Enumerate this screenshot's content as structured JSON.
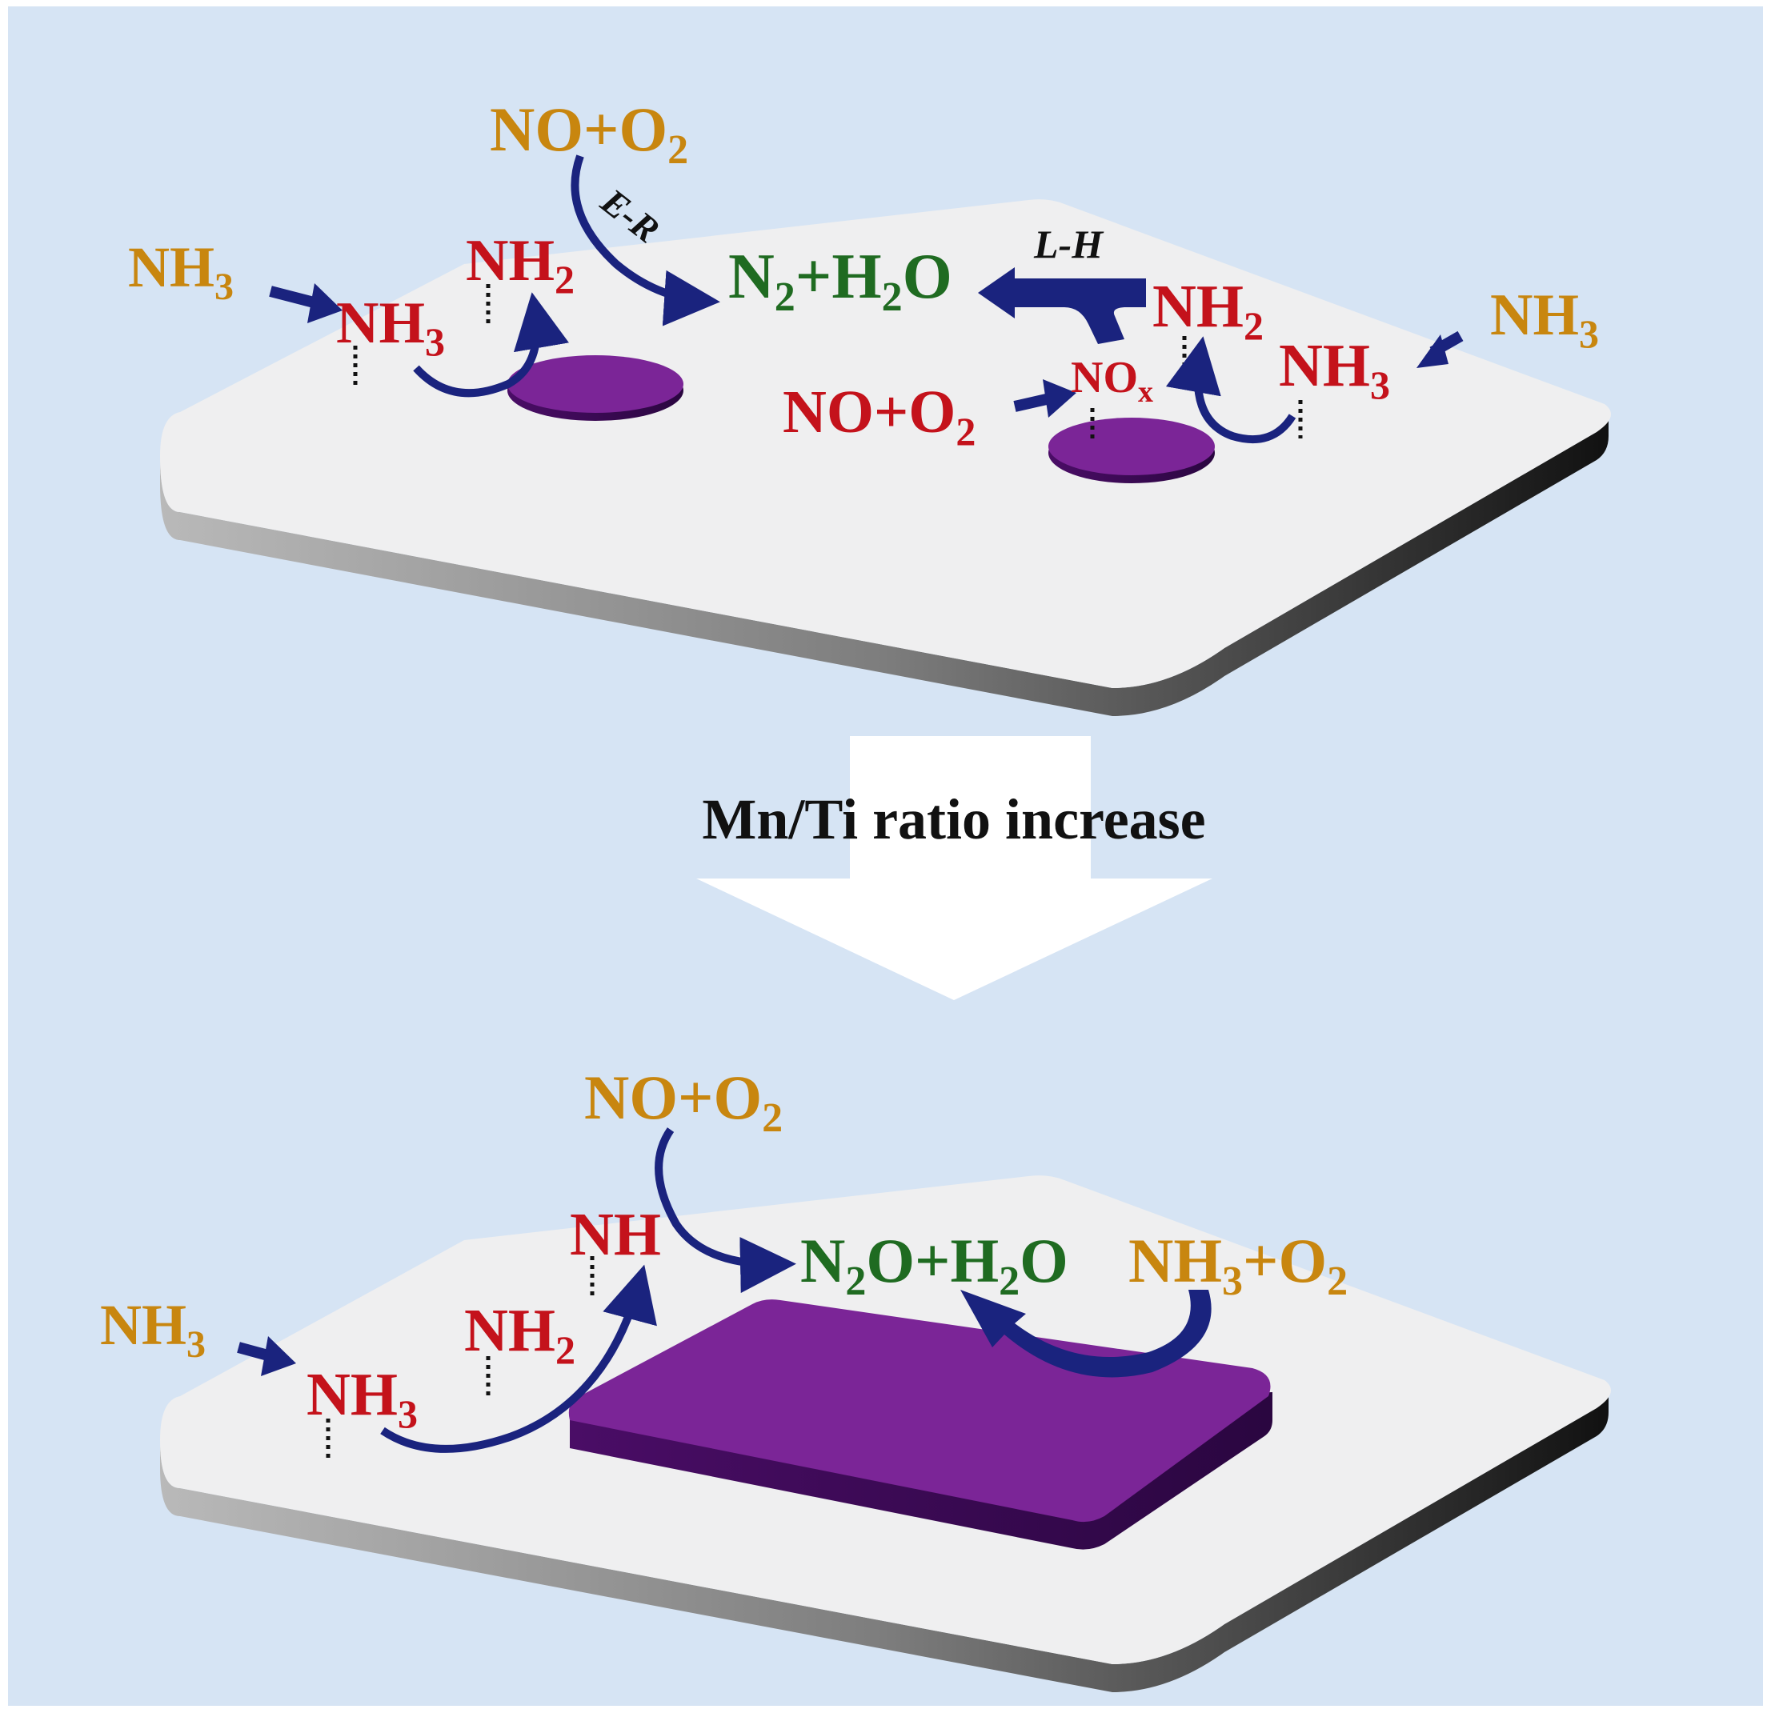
{
  "colors": {
    "background": "#d6e4f4",
    "platform": "#efeff0",
    "site": "#7b2597",
    "arrow": "#1a237e",
    "reactant": "#c8860f",
    "adsorbed": "#c4121b",
    "product": "#1f6b21",
    "mechanism": "#111111"
  },
  "transition": {
    "label": "Mn/Ti ratio increase"
  },
  "top_panel": {
    "gas_nh3_left": {
      "base": "NH",
      "sub": "3"
    },
    "gas_no_o2_top": {
      "base": "NO+O",
      "sub": "2"
    },
    "ads_nh2_left": {
      "base": "NH",
      "sub": "2"
    },
    "ads_nh3_left": {
      "base": "NH",
      "sub": "3"
    },
    "mechanism_er": "E-R",
    "mechanism_lh": "L-H",
    "product": {
      "a": "N",
      "a_sub": "2",
      "b": "+H",
      "b_sub": "2",
      "c": "O"
    },
    "ads_nh2_right": {
      "base": "NH",
      "sub": "2"
    },
    "ads_nh3_right": {
      "base": "NH",
      "sub": "3"
    },
    "ads_nox": {
      "base": "NO",
      "sub": "x"
    },
    "gas_no_o2_right": {
      "base": "NO+O",
      "sub": "2"
    },
    "gas_nh3_right": {
      "base": "NH",
      "sub": "3"
    }
  },
  "bottom_panel": {
    "gas_no_o2_top": {
      "base": "NO+O",
      "sub": "2"
    },
    "ads_nh": "NH",
    "product": {
      "a": "N",
      "a_sub": "2",
      "b": "O+H",
      "b_sub": "2",
      "c": "O"
    },
    "gas_nh3_o2": {
      "a": "NH",
      "a_sub": "3",
      "b": "+O",
      "b_sub": "2"
    },
    "gas_nh3_left": {
      "base": "NH",
      "sub": "3"
    },
    "ads_nh2": {
      "base": "NH",
      "sub": "2"
    },
    "ads_nh3": {
      "base": "NH",
      "sub": "3"
    }
  }
}
